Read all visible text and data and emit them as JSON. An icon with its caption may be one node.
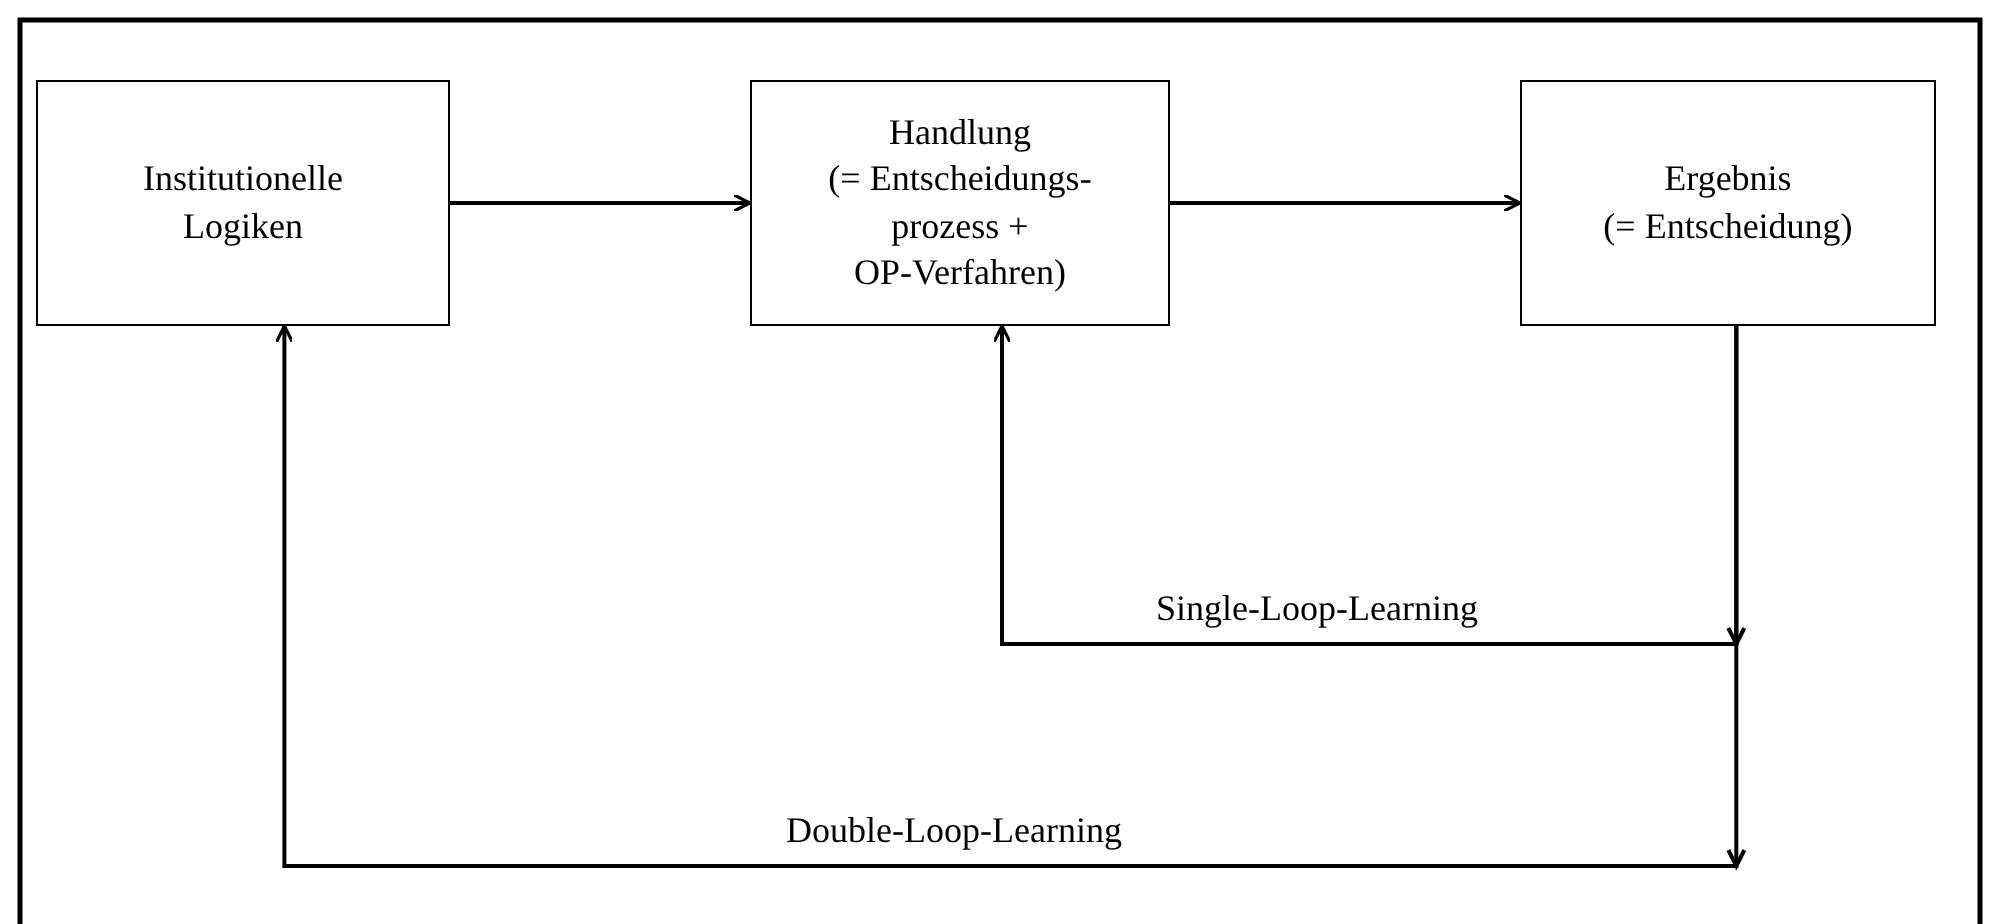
{
  "diagram": {
    "nodes": [
      {
        "text": [
          "Institutionelle Logiken"
        ]
      },
      {
        "text": [
          "Handlung",
          "(= Entscheidungs- prozess + OP-Verfahren)"
        ]
      },
      {
        "text": [
          "Ergebnis",
          "(= Entscheidung)"
        ]
      }
    ],
    "edges": [
      {
        "from": 0,
        "to": 1,
        "arrow": "to"
      },
      {
        "from": 1,
        "to": 2,
        "arrow": "to"
      },
      {
        "from": 2,
        "to": 1,
        "arrow": "to",
        "label": "Single-Loop-Learning"
      },
      {
        "from": 2,
        "to": 0,
        "arrow": "to",
        "label": "Double-Loop-Learning"
      }
    ]
  }
}
